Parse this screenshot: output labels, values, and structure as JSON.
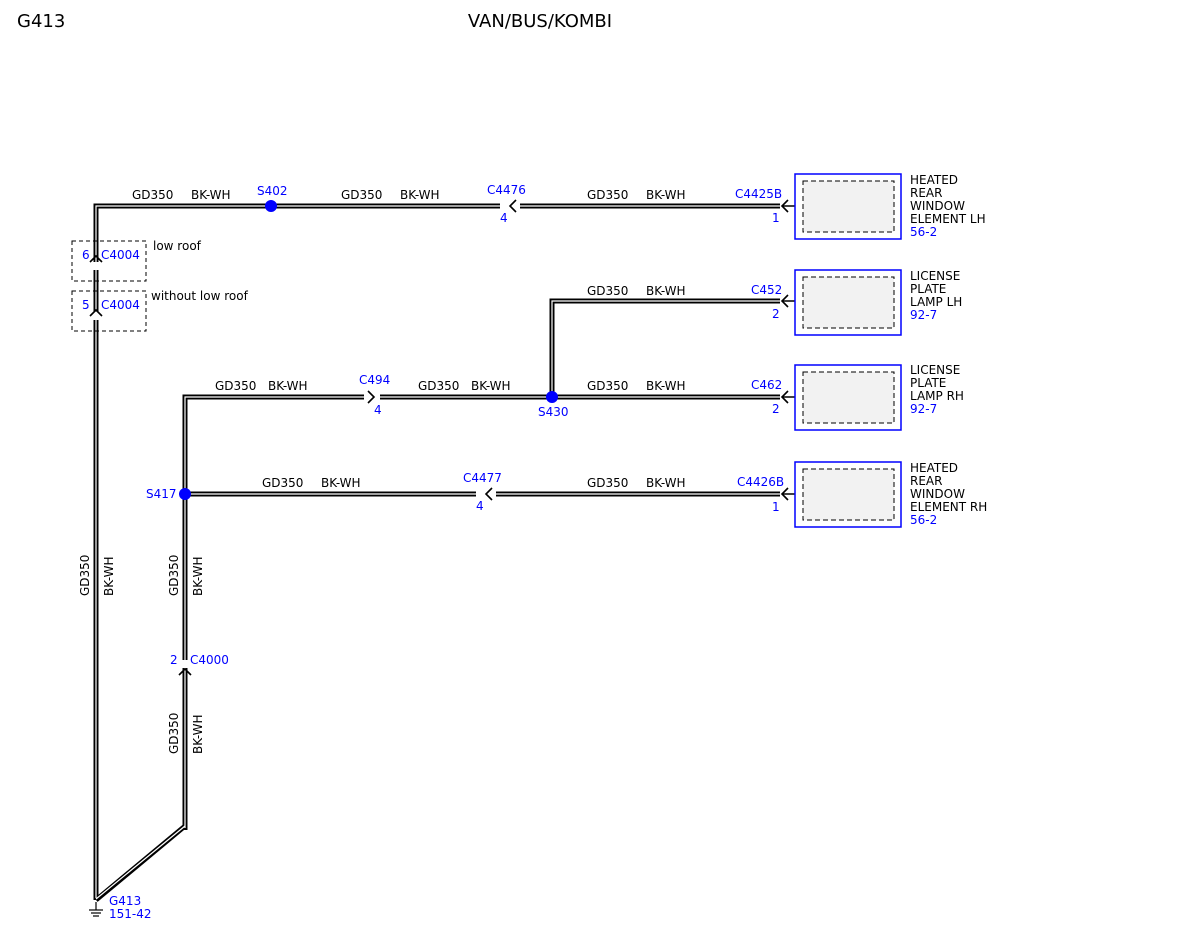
{
  "header": {
    "left_title": "G413",
    "center_title": "VAN/BUS/KOMBI"
  },
  "colors": {
    "accent": "#0000ff",
    "wire": "#000000",
    "box_fill": "#f2f2f2"
  },
  "wire": {
    "circuit": "GD350",
    "color": "BK-WH"
  },
  "splices": {
    "s402": "S402",
    "s430": "S430",
    "s417": "S417"
  },
  "connectors": {
    "c4476": {
      "name": "C4476",
      "pin": "4"
    },
    "c4425b": {
      "name": "C4425B",
      "pin": "1"
    },
    "c452": {
      "name": "C452",
      "pin": "2"
    },
    "c462": {
      "name": "C462",
      "pin": "2"
    },
    "c494": {
      "name": "C494",
      "pin": "4"
    },
    "c4477": {
      "name": "C4477",
      "pin": "4"
    },
    "c4426b": {
      "name": "C4426B",
      "pin": "1"
    },
    "c4004_low": {
      "name": "C4004",
      "pin": "6",
      "note": "low roof"
    },
    "c4004_nolow": {
      "name": "C4004",
      "pin": "5",
      "note": "without low roof"
    },
    "c4000": {
      "name": "C4000",
      "pin": "2"
    }
  },
  "components": {
    "hrw_lh": {
      "lines": [
        "HEATED",
        "REAR",
        "WINDOW",
        "ELEMENT LH"
      ],
      "ref": "56-2"
    },
    "lpl_lh": {
      "lines": [
        "LICENSE",
        "PLATE",
        "LAMP LH"
      ],
      "ref": "92-7"
    },
    "lpl_rh": {
      "lines": [
        "LICENSE",
        "PLATE",
        "LAMP RH"
      ],
      "ref": "92-7"
    },
    "hrw_rh": {
      "lines": [
        "HEATED",
        "REAR",
        "WINDOW",
        "ELEMENT RH"
      ],
      "ref": "56-2"
    }
  },
  "ground": {
    "name": "G413",
    "ref": "151-42"
  }
}
